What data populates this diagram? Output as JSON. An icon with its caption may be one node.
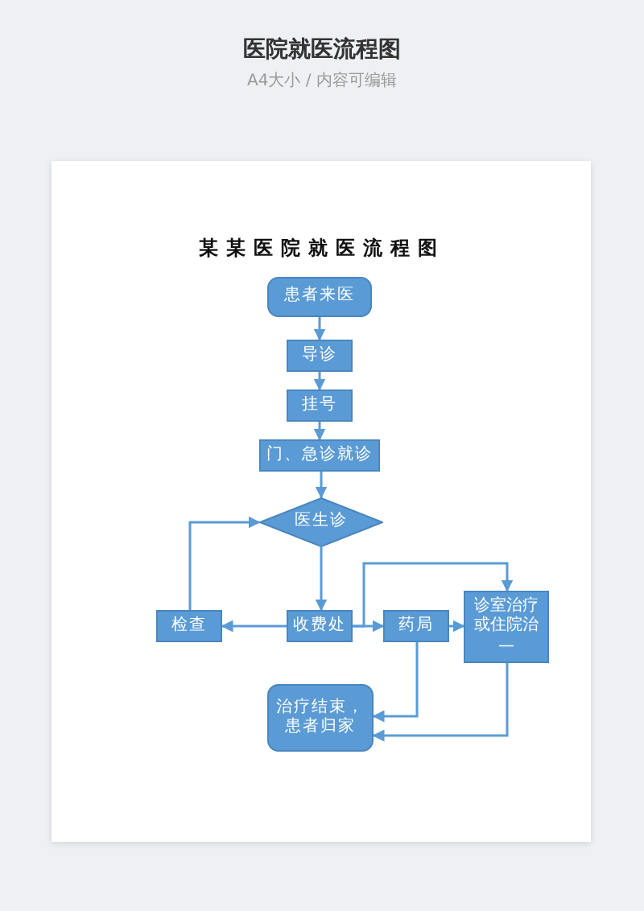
{
  "diagram": {
    "title": "医院就医流程图",
    "nodes": [
      {
        "text": [
          "患者来医"
        ]
      },
      {
        "text": [
          "导诊"
        ]
      },
      {
        "text": [
          "挂号"
        ]
      },
      {
        "text": [
          "门、急诊就诊"
        ]
      },
      {
        "text": [
          "医生诊"
        ]
      },
      {
        "text": [
          "检查"
        ]
      },
      {
        "text": [
          "收费处"
        ]
      },
      {
        "text": [
          "药局"
        ]
      },
      {
        "text": [
          "诊室治疗或住院治",
          "—"
        ]
      },
      {
        "text": [
          "治疗结束，患者归家"
        ]
      }
    ],
    "edges": [
      {
        "from": 0,
        "to": 1,
        "arrow": "to"
      },
      {
        "from": 1,
        "to": 2,
        "arrow": "to"
      },
      {
        "from": 2,
        "to": 3,
        "arrow": "to"
      },
      {
        "from": 3,
        "to": 4,
        "arrow": "to"
      },
      {
        "from": 4,
        "to": 6,
        "arrow": "to"
      },
      {
        "from": 6,
        "to": 5,
        "arrow": "to"
      },
      {
        "from": 5,
        "to": 4,
        "arrow": "to"
      },
      {
        "from": 6,
        "to": 7,
        "arrow": "to"
      },
      {
        "from": 6,
        "to": 8,
        "arrow": "to"
      },
      {
        "from": 7,
        "to": 8,
        "arrow": "to"
      },
      {
        "from": 7,
        "to": 9,
        "arrow": "to"
      },
      {
        "from": 8,
        "to": 9,
        "arrow": "to"
      }
    ],
    "labels": [
      "A4大小 / 内容可编辑",
      "某某医院就医流程图"
    ]
  }
}
